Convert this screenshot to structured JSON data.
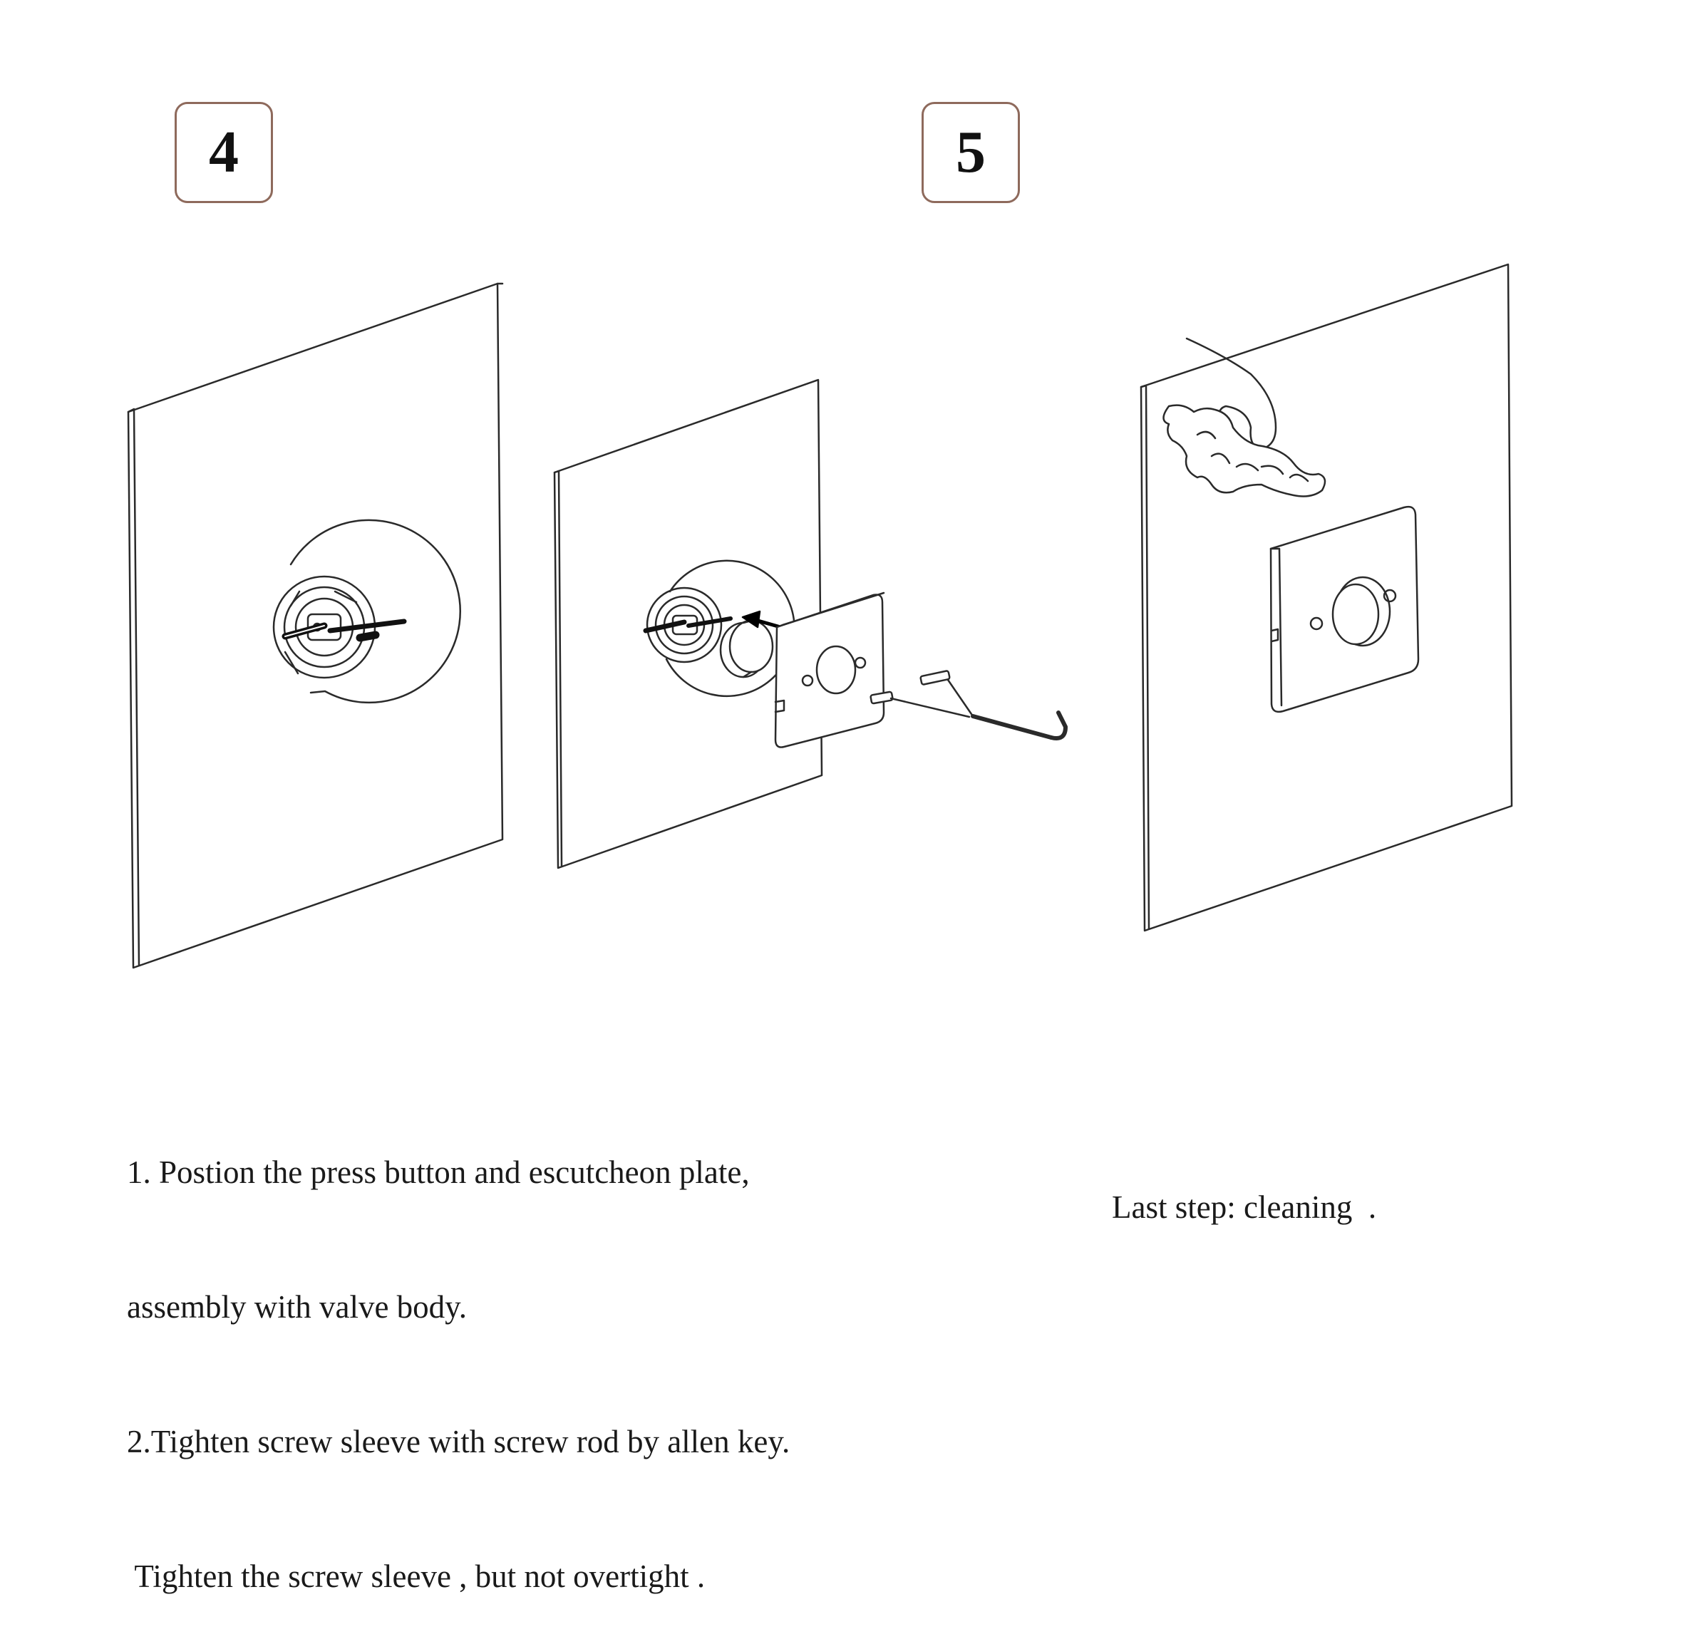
{
  "steps": [
    {
      "number": "4",
      "instructions": [
        "1. Postion the press button and escutcheon plate,",
        "assembly with valve body.",
        "2.Tighten screw sleeve with screw rod by allen key.",
        " Tighten the screw sleeve , but not overtight ."
      ]
    },
    {
      "number": "5",
      "instructions": [
        "Last step: cleaning  ."
      ]
    }
  ],
  "colors": {
    "badge_border": "#8e6a5c",
    "line_art": "#2a2a2a",
    "arrow": "#000000"
  },
  "icons": [
    "wall-panel",
    "valve-body",
    "screw-rod",
    "press-button",
    "escutcheon-plate",
    "allen-key",
    "hand-with-cloth"
  ]
}
